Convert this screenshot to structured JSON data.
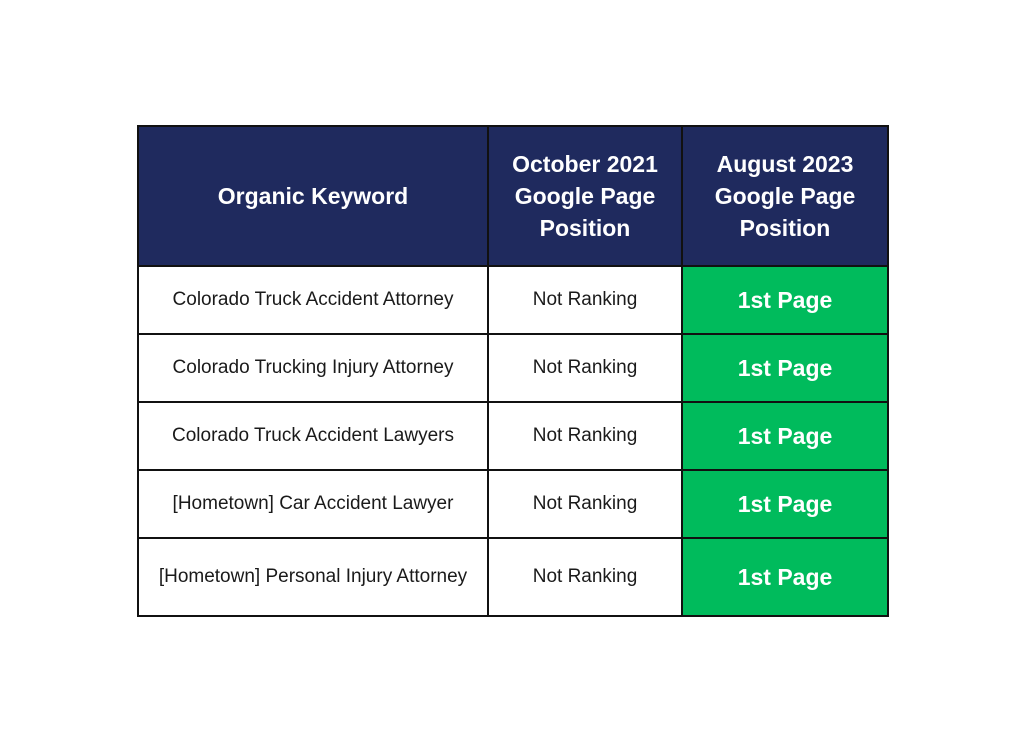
{
  "table": {
    "headers": [
      "Organic Keyword",
      "October 2021 Google Page Position",
      "August 2023 Google Page Position"
    ],
    "rows": [
      {
        "keyword": "Colorado Truck Accident Attorney",
        "oct_2021": "Not Ranking",
        "aug_2023": "1st Page"
      },
      {
        "keyword": "Colorado Trucking Injury Attorney",
        "oct_2021": "Not Ranking",
        "aug_2023": "1st Page"
      },
      {
        "keyword": "Colorado Truck Accident Lawyers",
        "oct_2021": "Not Ranking",
        "aug_2023": "1st Page"
      },
      {
        "keyword": "[Hometown] Car Accident Lawyer",
        "oct_2021": "Not Ranking",
        "aug_2023": "1st Page"
      },
      {
        "keyword": "[Hometown] Personal Injury Attorney",
        "oct_2021": "Not Ranking",
        "aug_2023": "1st Page"
      }
    ],
    "colors": {
      "header_bg": "#1f2a5e",
      "success_bg": "#00bb5c",
      "border": "#111111"
    }
  }
}
